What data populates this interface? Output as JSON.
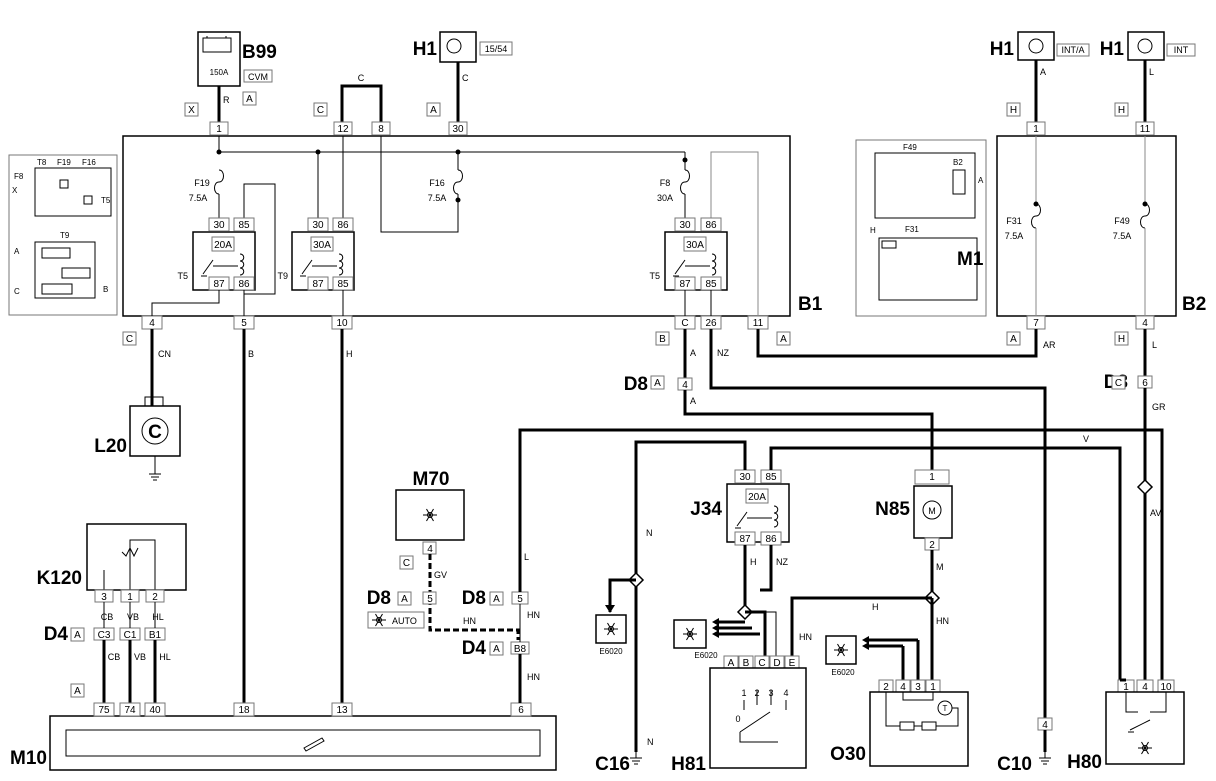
{
  "components": {
    "b99": "B99",
    "h1": "H1",
    "b1": "B1",
    "b2": "B2",
    "l20": "L20",
    "m70": "M70",
    "d8": "D8",
    "d4": "D4",
    "k120": "K120",
    "m10": "M10",
    "j34": "J34",
    "n85": "N85",
    "h81": "H81",
    "o30": "O30",
    "c10": "C10",
    "c16": "C16",
    "h80": "H80",
    "f49": "F49",
    "f31": "F31",
    "m1": "M1",
    "t9": "T9",
    "t8": "T8",
    "f19": "F19",
    "f16": "F16",
    "f8": "F8",
    "t5": "T5"
  },
  "switch_tags": {
    "h1_left": "15/54",
    "h1_mid": "INT/A",
    "h1_right": "INT",
    "cvm": "CVM",
    "auto": "AUTO"
  },
  "fuse_ratings": {
    "f19": "7.5A",
    "f16": "7.5A",
    "f8": "30A",
    "f31": "7.5A",
    "f49": "7.5A",
    "b99": "150A"
  },
  "relay_ratings": {
    "t5": "20A",
    "t9": "30A",
    "t8": "30A",
    "j34": "20A"
  },
  "connector_codes": {
    "a": "A",
    "b": "B",
    "c": "C",
    "h": "H",
    "x": "X"
  },
  "wire_colors": {
    "r": "R",
    "c": "C",
    "a": "A",
    "l": "L",
    "cn": "CN",
    "b": "B",
    "h": "H",
    "nz": "NZ",
    "ar": "AR",
    "gr": "GR",
    "v": "V",
    "av": "AV",
    "n": "N",
    "m": "M",
    "hn": "HN",
    "gv": "GV",
    "cb": "CB",
    "vb": "VB",
    "hl": "HL"
  },
  "pins": {
    "p1": "1",
    "p2": "2",
    "p3": "3",
    "p4": "4",
    "p5": "5",
    "p6": "6",
    "p7": "7",
    "p8": "8",
    "p10": "10",
    "p11": "11",
    "p12": "12",
    "p13": "13",
    "p18": "18",
    "p26": "26",
    "p30": "30",
    "p40": "40",
    "p74": "74",
    "p75": "75",
    "p85": "85",
    "p86": "86",
    "p87": "87",
    "c3": "C3",
    "c1": "C1",
    "b1": "B1",
    "b8": "B8",
    "e6020": "E6020",
    "pa": "A",
    "pb": "B",
    "pc": "C",
    "pd": "D",
    "pe": "E",
    "p0": "0"
  },
  "symbols": {
    "lamp": "C",
    "motor": "M",
    "thermo": "T"
  }
}
